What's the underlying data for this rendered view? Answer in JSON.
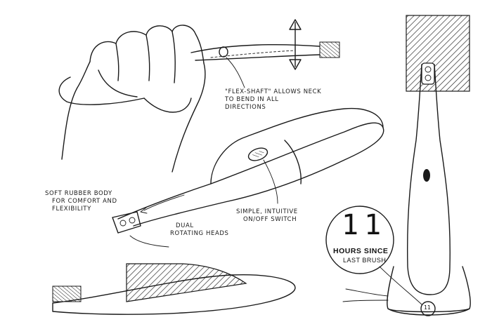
{
  "labels": {
    "flex_shaft": [
      "\"Flex-shaft\" allows neck",
      "to bend in all",
      "directions"
    ],
    "soft_rubber": [
      "Soft rubber body",
      "for comfort and",
      "flexibility"
    ],
    "dual_heads": [
      "Dual",
      "rotating heads"
    ],
    "switch": [
      "Simple, intuitive",
      "on/off switch"
    ]
  },
  "timer": {
    "count": "11",
    "line1": "HOURS SINCE",
    "line2": "LAST BRUSH"
  }
}
